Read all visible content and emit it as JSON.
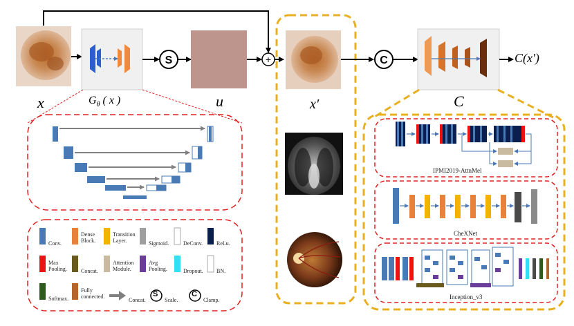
{
  "labels": {
    "x": "x",
    "generator": "G",
    "generator_sub": "θ",
    "generator_arg": "( x )",
    "u": "u",
    "x_prime": "x′",
    "c": "C",
    "output": "C(x′)",
    "scale_symbol": "S",
    "clamp_symbol": "C",
    "plus_symbol": "+"
  },
  "networks": [
    {
      "name": "IPMI2019-AttnMel"
    },
    {
      "name": "CheXNet"
    },
    {
      "name": "Inception_v3"
    }
  ],
  "legend": [
    {
      "label": "Conv.",
      "color": "#4a7ab5"
    },
    {
      "label": "Dense Block.",
      "color": "#e8823a"
    },
    {
      "label": "Transition Layer.",
      "color": "#f2b400"
    },
    {
      "label": "Sigmoid.",
      "color": "#9e9e9e"
    },
    {
      "label": "DeConv.",
      "color": "#ffffff"
    },
    {
      "label": "ReLu.",
      "color": "#0b1f4f"
    },
    {
      "label": "Max Pooling.",
      "color": "#ee1111"
    },
    {
      "label": "Concat.",
      "color": "#6b5a1e"
    },
    {
      "label": "Attention Module.",
      "color": "#c8bba0"
    },
    {
      "label": "Avg Pooling.",
      "color": "#6a3d9a"
    },
    {
      "label": "Dropout.",
      "color": "#33e0f0"
    },
    {
      "label": "BN.",
      "color": "#ffffff"
    },
    {
      "label": "Softmax.",
      "color": "#2e5a1e"
    },
    {
      "label": "Fully connected.",
      "color": "#b5642a"
    },
    {
      "label": "Concat.",
      "icon": "gray-arrow-icon"
    },
    {
      "label": "Scale.",
      "icon": "scale-circle-icon"
    },
    {
      "label": "Clamp.",
      "icon": "clamp-circle-icon"
    }
  ],
  "colors": {
    "red_dash": "#e02020",
    "yellow_dash": "#e8b020",
    "arrow_gray": "#808080"
  }
}
